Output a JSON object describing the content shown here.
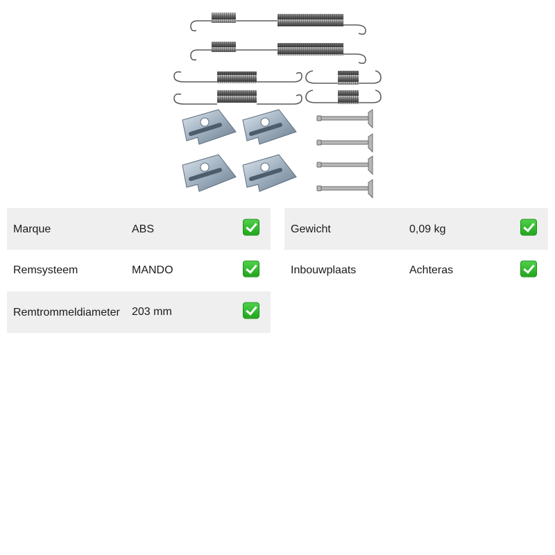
{
  "product": {
    "image_icon": "brake-shoe-fitting-kit-icon"
  },
  "specs_left": [
    {
      "label": "Marque",
      "value": "ABS"
    },
    {
      "label": "Remsysteem",
      "value": "MANDO"
    },
    {
      "label": "Remtrommeldiameter",
      "value": "203 mm"
    }
  ],
  "specs_right": [
    {
      "label": "Gewicht",
      "value": "0,09 kg"
    },
    {
      "label": "Inbouwplaats",
      "value": "Achteras"
    }
  ],
  "colors": {
    "row_shade": "#efefef",
    "check_green": "#21a51d"
  },
  "icons": {
    "check": "check-icon"
  }
}
